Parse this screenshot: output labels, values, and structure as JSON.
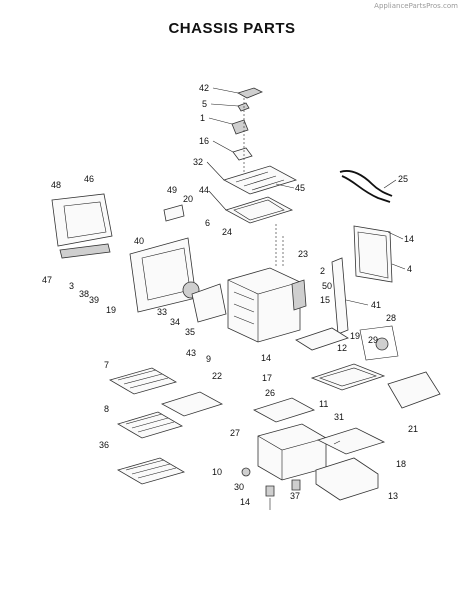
{
  "header": {
    "watermark": "AppliancePartsPros.com",
    "title": "CHASSIS PARTS"
  },
  "callouts": [
    {
      "label": "42"
    },
    {
      "label": "5"
    },
    {
      "label": "1"
    },
    {
      "label": "16"
    },
    {
      "label": "32"
    },
    {
      "label": "45"
    },
    {
      "label": "25"
    },
    {
      "label": "48"
    },
    {
      "label": "46"
    },
    {
      "label": "49"
    },
    {
      "label": "20"
    },
    {
      "label": "44"
    },
    {
      "label": "6"
    },
    {
      "label": "14"
    },
    {
      "label": "24"
    },
    {
      "label": "40"
    },
    {
      "label": "23"
    },
    {
      "label": "4"
    },
    {
      "label": "47"
    },
    {
      "label": "3"
    },
    {
      "label": "38"
    },
    {
      "label": "39"
    },
    {
      "label": "19"
    },
    {
      "label": "2"
    },
    {
      "label": "50"
    },
    {
      "label": "41"
    },
    {
      "label": "15"
    },
    {
      "label": "33"
    },
    {
      "label": "34"
    },
    {
      "label": "35"
    },
    {
      "label": "28"
    },
    {
      "label": "19"
    },
    {
      "label": "12"
    },
    {
      "label": "29"
    },
    {
      "label": "14"
    },
    {
      "label": "9"
    },
    {
      "label": "7"
    },
    {
      "label": "43"
    },
    {
      "label": "22"
    },
    {
      "label": "17"
    },
    {
      "label": "26"
    },
    {
      "label": "11"
    },
    {
      "label": "8"
    },
    {
      "label": "31"
    },
    {
      "label": "21"
    },
    {
      "label": "27"
    },
    {
      "label": "36"
    },
    {
      "label": "18"
    },
    {
      "label": "10"
    },
    {
      "label": "30"
    },
    {
      "label": "37"
    },
    {
      "label": "13"
    },
    {
      "label": "14"
    }
  ]
}
